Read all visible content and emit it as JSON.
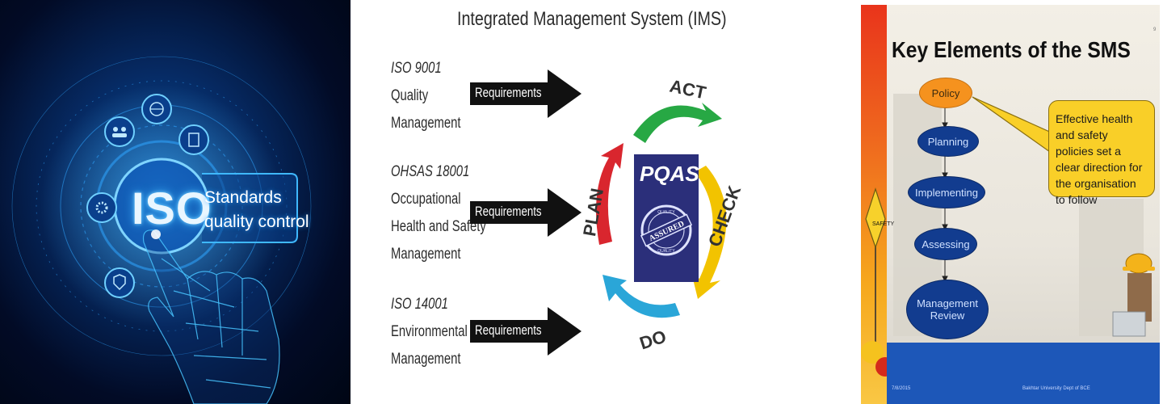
{
  "iso_panel": {
    "badge": "ISO",
    "caption_line1": "Standards",
    "caption_line2": "quality control",
    "icons": [
      "globe-icon",
      "users-icon",
      "clipboard-icon",
      "gear-icon",
      "shield-check-icon"
    ],
    "colors": {
      "glow": "#3cb6ff",
      "background": "#020b26"
    }
  },
  "ims_panel": {
    "title": "Integrated Management System (IMS)",
    "standards": [
      {
        "code": "ISO 9001",
        "lines": [
          "Quality",
          "Management"
        ]
      },
      {
        "code": "OHSAS 18001",
        "lines": [
          "Occupational",
          "Health and Safety",
          "Management"
        ]
      },
      {
        "code": "ISO 14001",
        "lines": [
          "Environmental",
          "Management"
        ]
      }
    ],
    "arrow_label": "Requirements",
    "cycle": {
      "act": "ACT",
      "check": "CHECK",
      "do": "DO",
      "plan": "PLAN"
    },
    "center": {
      "title": "PQAS",
      "stamp_top": "QUALITY",
      "stamp_mid": "ASSURED",
      "stamp_bottom": "QUALITY"
    },
    "colors": {
      "act": "#27a844",
      "check": "#f2c300",
      "do": "#2aa6d8",
      "plan": "#d9262e",
      "center": "#2b2f7a"
    }
  },
  "sms_panel": {
    "title": "Key Elements of the SMS",
    "steps": [
      "Policy",
      "Planning",
      "Implementing",
      "Assessing",
      "Management Review"
    ],
    "callout": "Effective health and safety policies set a clear direction for the organisation to follow",
    "sign": "SAFETY",
    "footer_date": "7/8/2015",
    "footer_org": "Bakhtar University Dept of BCE",
    "page_number": "9",
    "colors": {
      "policy": "#f5921e",
      "step": "#123c8f",
      "callout": "#f9cf28",
      "footer": "#1d57b8"
    }
  }
}
